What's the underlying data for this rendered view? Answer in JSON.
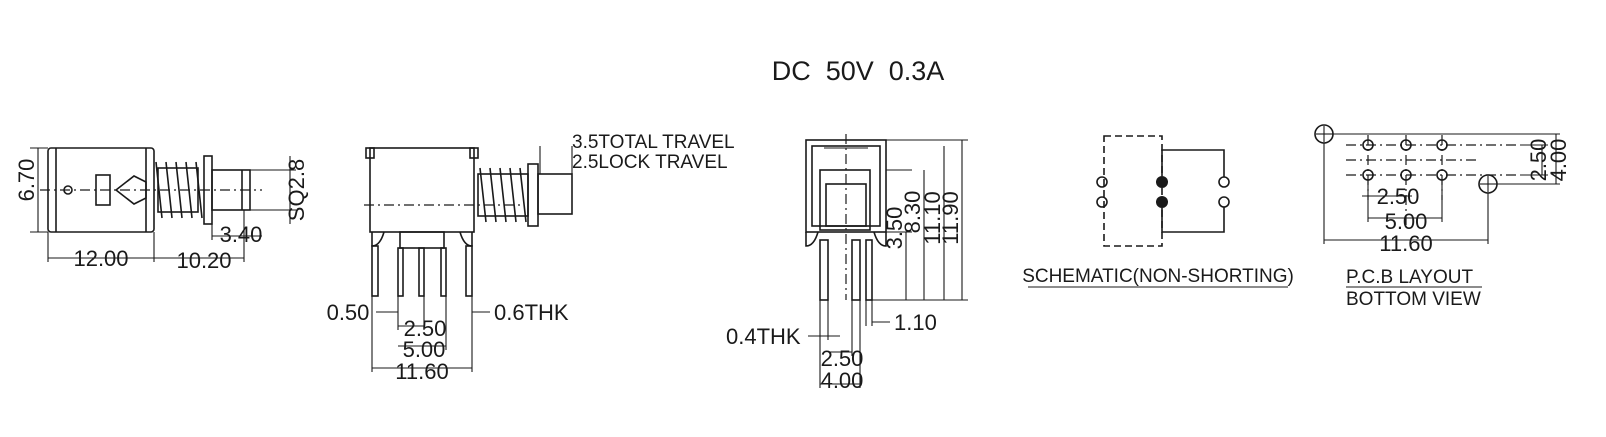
{
  "rating": "DC  50V  0.3A",
  "side_view": {
    "height": "6.70",
    "body_length": "12.00",
    "stem_length": "10.20",
    "stem_offset": "3.40",
    "stem_square": "SQ2.8"
  },
  "front_view": {
    "total_travel": "3.5TOTAL TRAVEL",
    "lock_travel": "2.5LOCK TRAVEL",
    "pin_width": "0.50",
    "pin_thickness": "0.6THK",
    "pin_pitch": "2.50",
    "pin_span": "5.00",
    "total_width": "11.60"
  },
  "end_view": {
    "h_350": "3.50",
    "h_830": "8.30",
    "h_1110": "11.10",
    "h_1190": "11.90",
    "leg_thickness": "0.4THK",
    "leg_width": "1.10",
    "leg_pitch": "2.50",
    "leg_span": "4.00"
  },
  "schematic": {
    "caption": "SCHEMATIC(NON-SHORTING)"
  },
  "pcb": {
    "caption_line1": "P.C.B LAYOUT",
    "caption_line2": "BOTTOM VIEW",
    "pitch_x": "2.50",
    "span_x": "5.00",
    "total_x": "11.60",
    "pitch_y": "2.50",
    "total_y": "4.00"
  }
}
